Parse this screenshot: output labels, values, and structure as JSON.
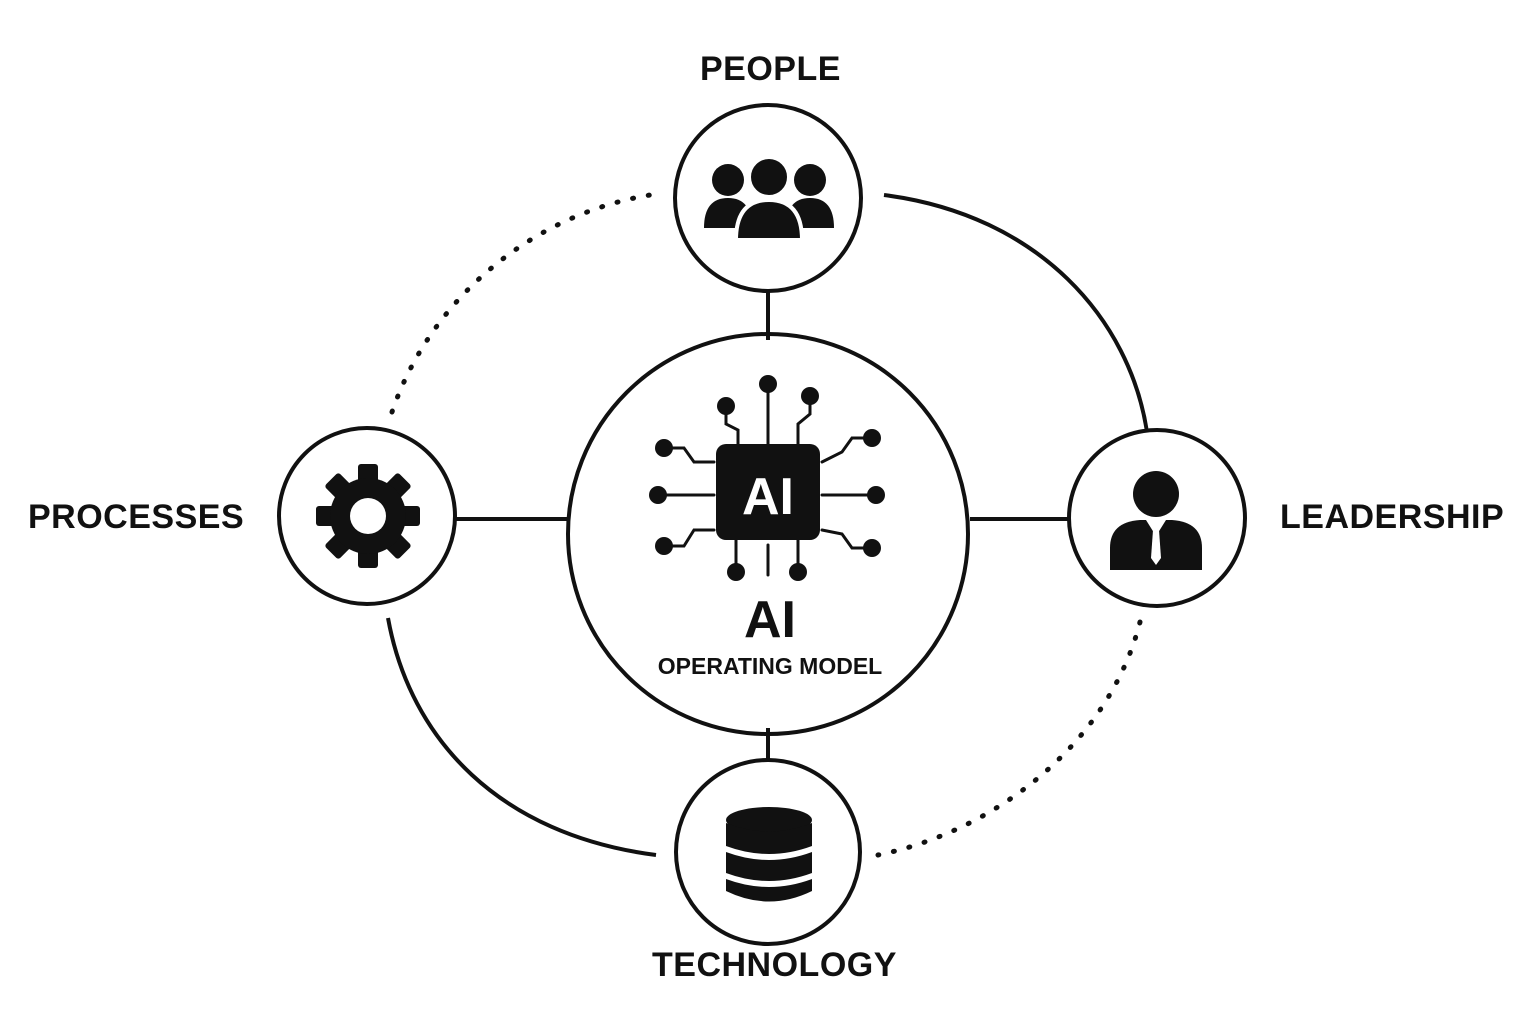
{
  "center": {
    "chip_text": "AI",
    "title": "AI",
    "subtitle": "OPERATING MODEL"
  },
  "nodes": {
    "people": {
      "label": "PEOPLE",
      "icon": "people-group-icon"
    },
    "processes": {
      "label": "PROCESSES",
      "icon": "gear-icon"
    },
    "leadership": {
      "label": "LEADERSHIP",
      "icon": "businessman-icon"
    },
    "technology": {
      "label": "TECHNOLOGY",
      "icon": "database-icon"
    }
  },
  "connections": [
    {
      "from": "processes",
      "to": "people",
      "style": "dotted"
    },
    {
      "from": "people",
      "to": "leadership",
      "style": "solid"
    },
    {
      "from": "leadership",
      "to": "technology",
      "style": "dotted"
    },
    {
      "from": "technology",
      "to": "processes",
      "style": "solid"
    }
  ],
  "colors": {
    "stroke": "#111111",
    "background": "#ffffff"
  }
}
